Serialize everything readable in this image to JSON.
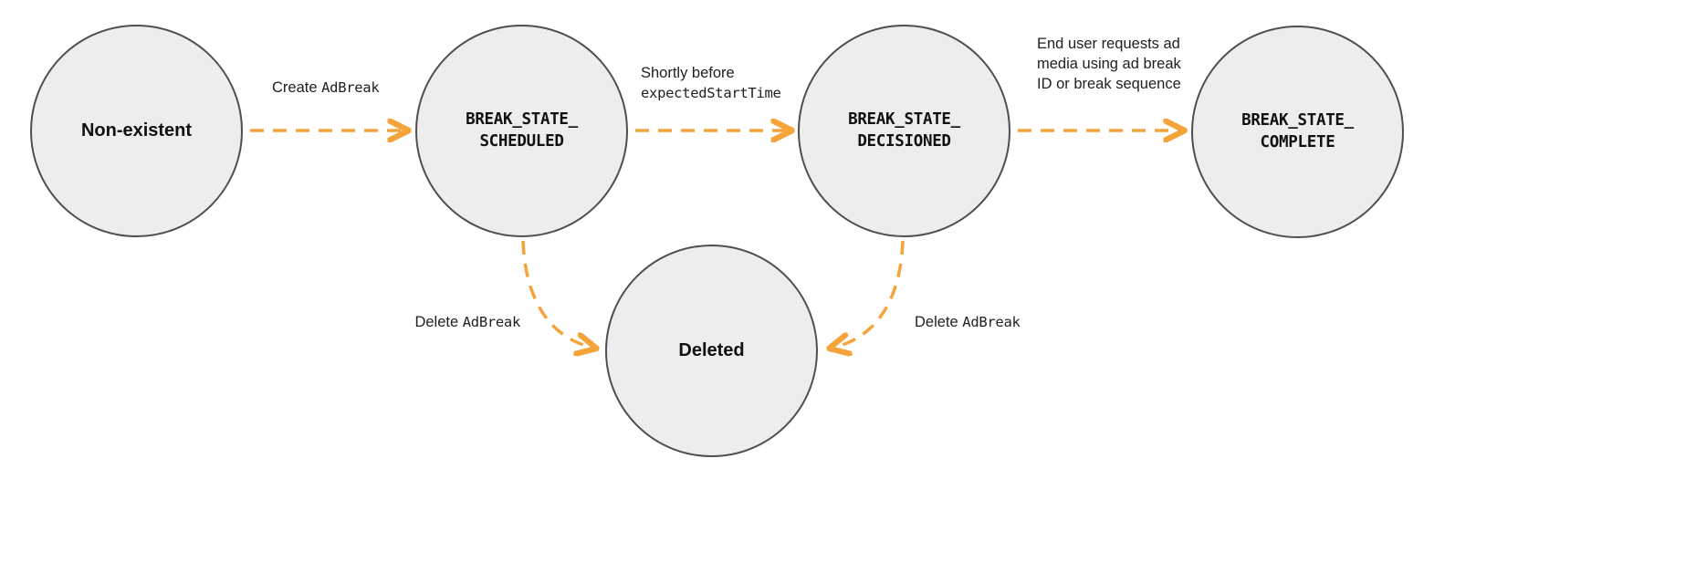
{
  "colors": {
    "arrow": "#F5A43B",
    "node_fill": "#EDEDED",
    "node_border": "#4F4F4F",
    "text": "#1A1A1A"
  },
  "nodes": {
    "non_existent": {
      "label": "Non-existent"
    },
    "scheduled": {
      "line1": "BREAK_STATE_",
      "line2": "SCHEDULED"
    },
    "decisioned": {
      "line1": "BREAK_STATE_",
      "line2": "DECISIONED"
    },
    "complete": {
      "line1": "BREAK_STATE_",
      "line2": "COMPLETE"
    },
    "deleted": {
      "label": "Deleted"
    }
  },
  "edges": {
    "create": {
      "plain": "Create",
      "code": "AdBreak"
    },
    "to_decisioned": {
      "line1": "Shortly before",
      "code": "expectedStartTime"
    },
    "to_complete": {
      "text": "End user requests ad media using ad break ID or break sequence"
    },
    "delete_from_scheduled": {
      "plain": "Delete",
      "code": "AdBreak"
    },
    "delete_from_decisioned": {
      "plain": "Delete",
      "code": "AdBreak"
    }
  }
}
